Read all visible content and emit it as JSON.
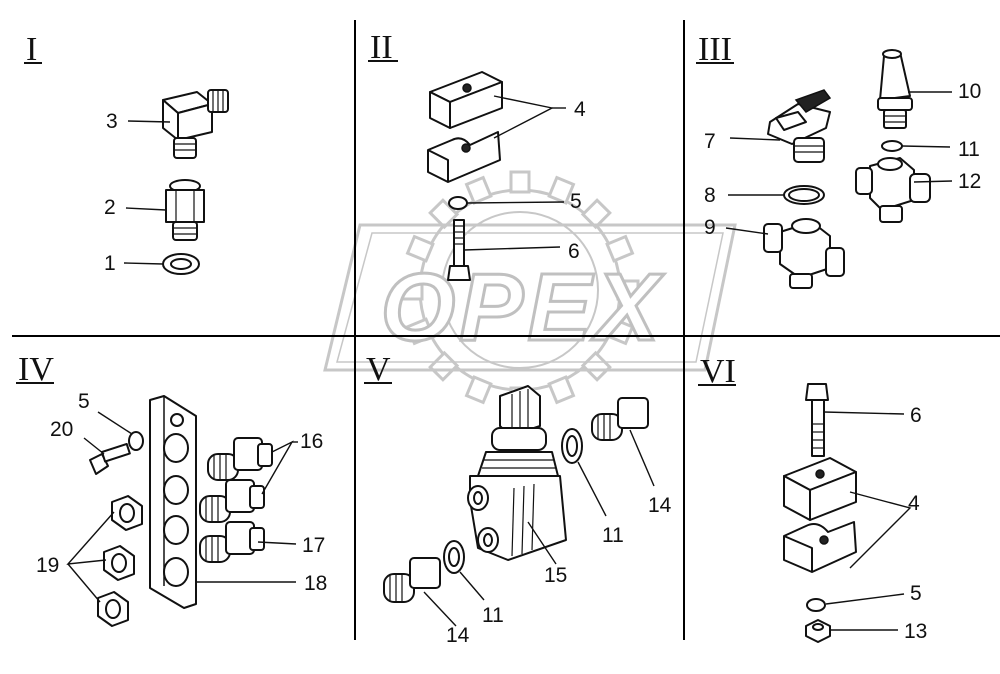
{
  "watermark": {
    "text": "OPEX"
  },
  "sections": [
    {
      "id": "s1",
      "label": "I"
    },
    {
      "id": "s2",
      "label": "II"
    },
    {
      "id": "s3",
      "label": "III"
    },
    {
      "id": "s4",
      "label": "IV"
    },
    {
      "id": "s5",
      "label": "V"
    },
    {
      "id": "s6",
      "label": "VI"
    }
  ],
  "callouts": {
    "s1": [
      "3",
      "2",
      "1"
    ],
    "s2": [
      "4",
      "5",
      "6"
    ],
    "s3": [
      "10",
      "7",
      "11",
      "12",
      "8",
      "9"
    ],
    "s4": [
      "5",
      "20",
      "16",
      "17",
      "19",
      "18"
    ],
    "s5": [
      "14",
      "11",
      "15",
      "14",
      "11"
    ],
    "s6": [
      "6",
      "4",
      "5",
      "13"
    ]
  },
  "colors": {
    "line": "#111111",
    "watermark": "#b9b9b9",
    "background": "#ffffff"
  }
}
